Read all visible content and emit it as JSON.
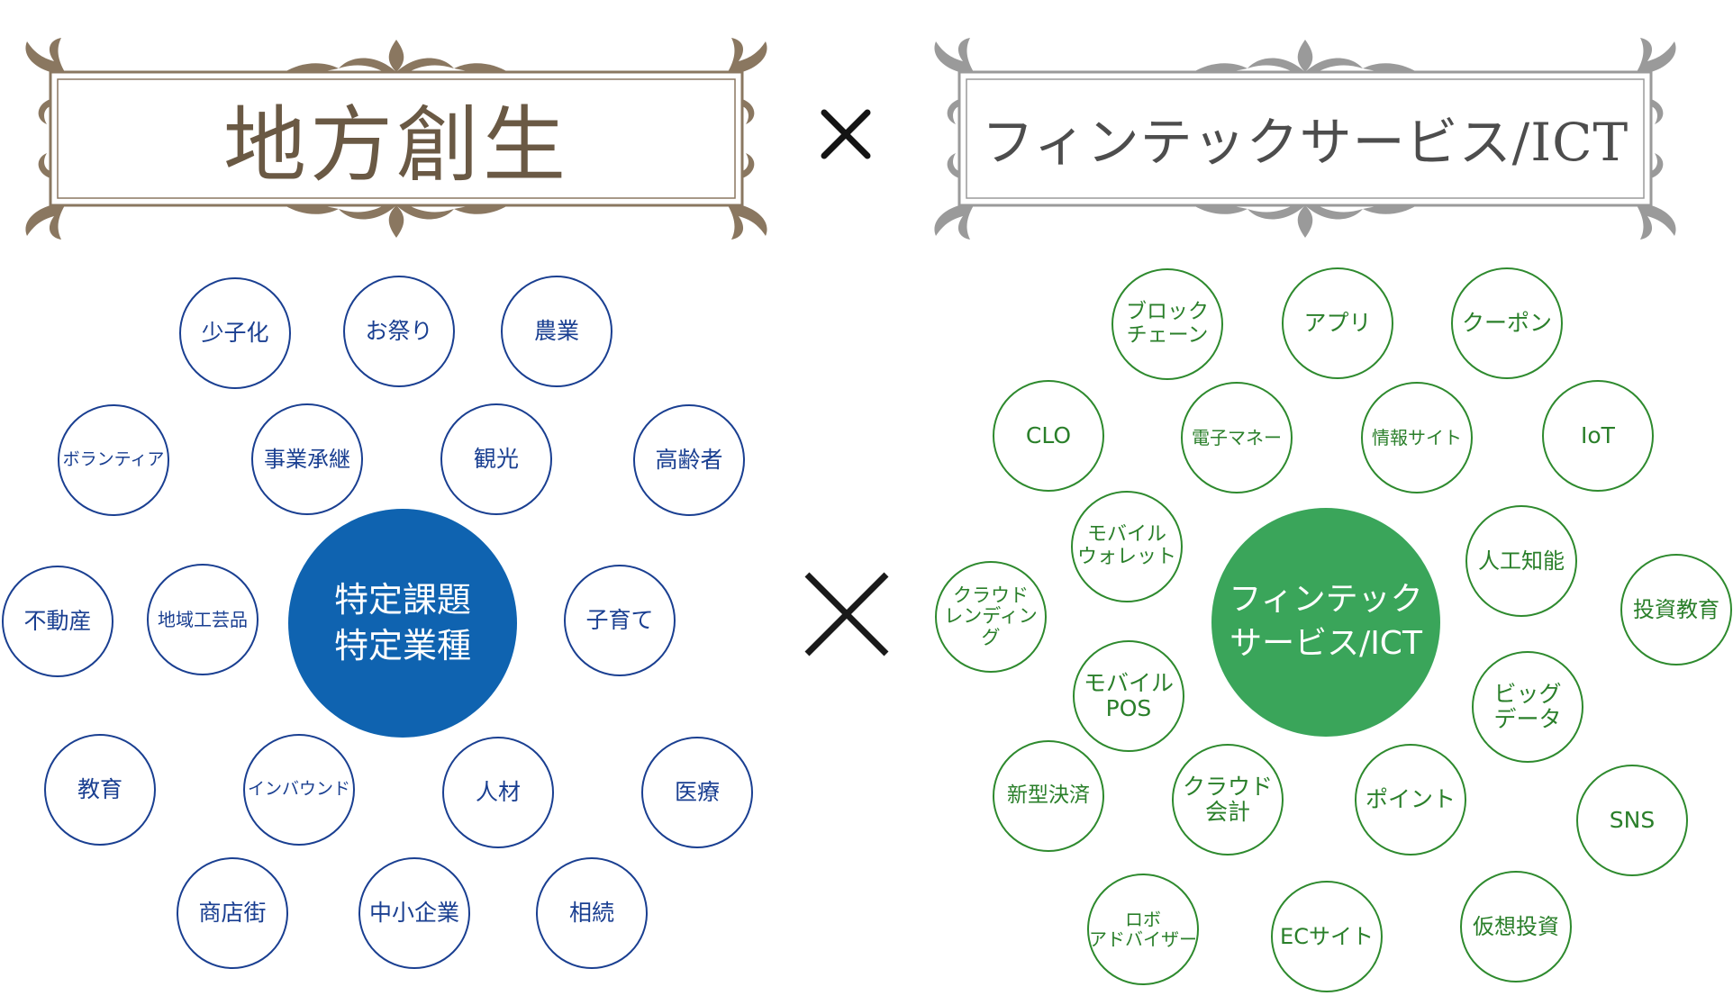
{
  "header": {
    "left_title": "地方創生",
    "right_title": "フィンテックサービス/ICT",
    "multiply_symbol": "×"
  },
  "colors": {
    "left_accent": "#0f63b0",
    "left_node_outline": "#1a3f91",
    "right_accent": "#3aa55a",
    "right_node_outline": "#2e8a2e",
    "left_frame": "#8a7760",
    "right_frame": "#9a9a9a"
  },
  "left": {
    "hub": "特定課題\n特定業種",
    "nodes": [
      {
        "id": "shoushika",
        "label": "少子化"
      },
      {
        "id": "omatsuri",
        "label": "お祭り"
      },
      {
        "id": "nougyou",
        "label": "農業"
      },
      {
        "id": "volunteer",
        "label": "ボランティア"
      },
      {
        "id": "jigyou-shoukei",
        "label": "事業承継"
      },
      {
        "id": "kankou",
        "label": "観光"
      },
      {
        "id": "koureisha",
        "label": "高齢者"
      },
      {
        "id": "fudousan",
        "label": "不動産"
      },
      {
        "id": "chiiki-kougeihin",
        "label": "地域工芸品"
      },
      {
        "id": "kosodate",
        "label": "子育て"
      },
      {
        "id": "kyouiku",
        "label": "教育"
      },
      {
        "id": "inbound",
        "label": "インバウンド"
      },
      {
        "id": "jinzai",
        "label": "人材"
      },
      {
        "id": "iryou",
        "label": "医療"
      },
      {
        "id": "shoutengai",
        "label": "商店街"
      },
      {
        "id": "chuushou-kigyou",
        "label": "中小企業"
      },
      {
        "id": "souzoku",
        "label": "相続"
      }
    ]
  },
  "right": {
    "hub": "フィンテック\nサービス/ICT",
    "nodes": [
      {
        "id": "blockchain",
        "label": "ブロック\nチェーン"
      },
      {
        "id": "app",
        "label": "アプリ"
      },
      {
        "id": "coupon",
        "label": "クーポン"
      },
      {
        "id": "clo",
        "label": "CLO"
      },
      {
        "id": "denshi-money",
        "label": "電子マネー"
      },
      {
        "id": "jouhou-site",
        "label": "情報サイト"
      },
      {
        "id": "iot",
        "label": "IoT"
      },
      {
        "id": "mobile-wallet",
        "label": "モバイル\nウォレット"
      },
      {
        "id": "jinkou-chinou",
        "label": "人工知能"
      },
      {
        "id": "cloud-lending",
        "label": "クラウド\nレンディング"
      },
      {
        "id": "toushi-kyouiku",
        "label": "投資教育"
      },
      {
        "id": "mobile-pos",
        "label": "モバイル\nPOS"
      },
      {
        "id": "big-data",
        "label": "ビッグ\nデータ"
      },
      {
        "id": "shingata-kessai",
        "label": "新型決済"
      },
      {
        "id": "cloud-kaikei",
        "label": "クラウド\n会計"
      },
      {
        "id": "point",
        "label": "ポイント"
      },
      {
        "id": "sns",
        "label": "SNS"
      },
      {
        "id": "robo-advisor",
        "label": "ロボ\nアドバイザー"
      },
      {
        "id": "ec-site",
        "label": "ECサイト"
      },
      {
        "id": "kasou-toushi",
        "label": "仮想投資"
      }
    ]
  }
}
